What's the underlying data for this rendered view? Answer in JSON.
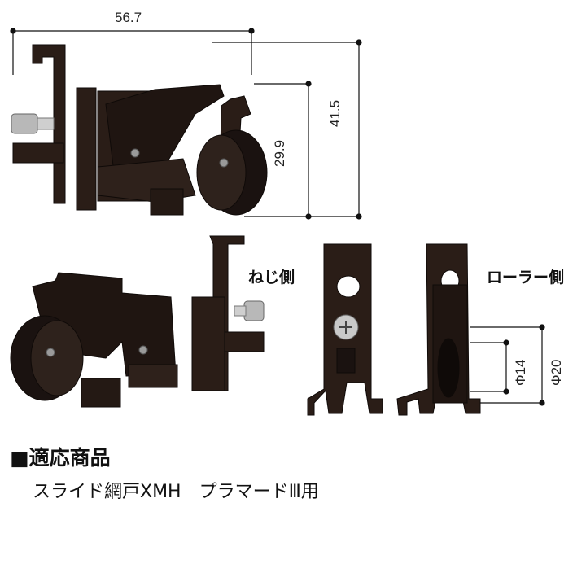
{
  "dimensions": {
    "width_total": "56.7",
    "height_total": "41.5",
    "height_partial": "29.9",
    "phi14": "Φ14",
    "phi20": "Φ20"
  },
  "labels": {
    "screw_side": "ねじ側",
    "roller_side": "ローラー側"
  },
  "product": {
    "marker": "■",
    "heading": "適応商品",
    "description": "スライド網戸XMH　プラマードⅢ用"
  },
  "colors": {
    "part": "#2a1d17",
    "part_edge": "#0f0a08",
    "part_light": "#4a3a32",
    "screw": "#b8b8b8",
    "dim_line": "#111111"
  }
}
